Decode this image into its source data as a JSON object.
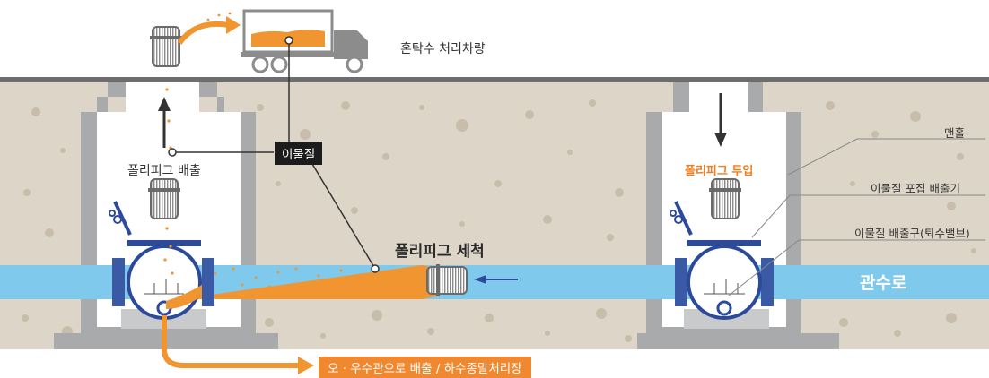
{
  "labels": {
    "truck": "혼탁수 처리차량",
    "foreign_matter": "이물질",
    "discharge_pig": "폴리피그 배출",
    "insert_pig": "폴리피그 투입",
    "cleaning": "폴리피그 세척",
    "manhole": "맨홀",
    "collector": "이물질 포집 배출기",
    "outlet": "이물질 배출구(퇴수밸브)",
    "channel": "관수로",
    "sewer": "오 · 우수관으로 배출 / 하수종말처리장"
  },
  "colors": {
    "soil": "#ddd5c7",
    "concrete": "#a8aaab",
    "water": "#7ec9ec",
    "debris": "#f0952f",
    "dark_tag": "#1c1c1c",
    "orange_tag": "#f0882f"
  },
  "icons": [
    "filter-pig-icon",
    "truck-icon",
    "valve-icon",
    "arrow-icon"
  ]
}
